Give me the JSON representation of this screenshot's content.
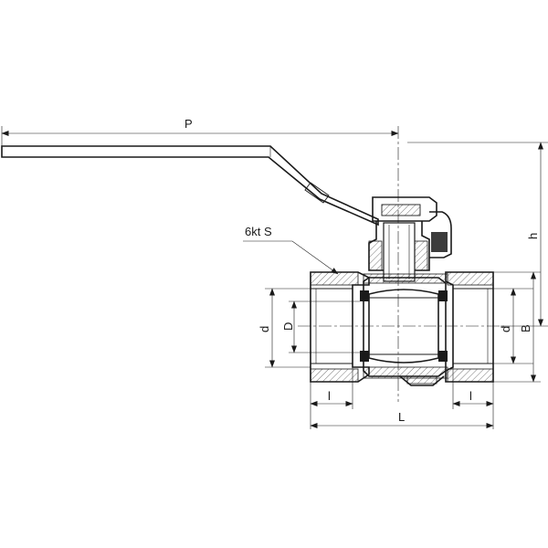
{
  "labels": {
    "P": "P",
    "h": "h",
    "hex": "6kt S",
    "d_left": "d",
    "D": "D",
    "d_right": "d",
    "B": "B",
    "l_left": "l",
    "l_right": "l",
    "L": "L"
  }
}
